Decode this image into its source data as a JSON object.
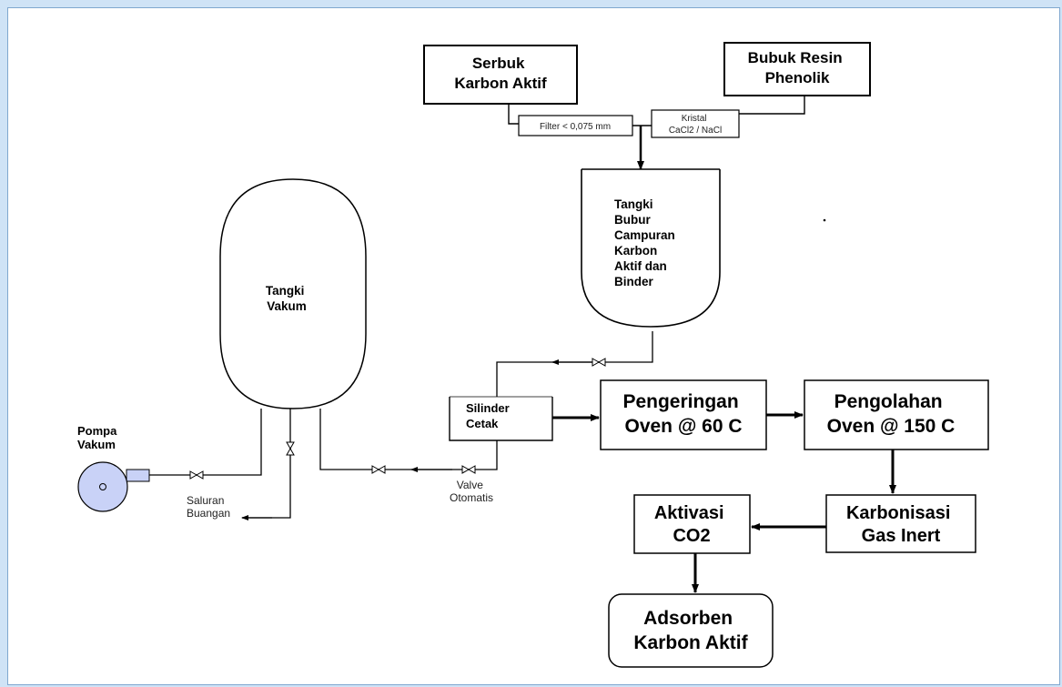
{
  "inputs": {
    "serbuk": [
      "Serbuk",
      "Karbon Aktif"
    ],
    "bubuk": [
      "Bubuk Resin",
      "Phenolik"
    ],
    "filter": "Filter < 0,075 mm",
    "kristal": [
      "Kristal",
      "CaCl2 / NaCl"
    ]
  },
  "tanks": {
    "bubur": [
      "Tangki",
      "Bubur",
      "Campuran",
      "Karbon",
      "Aktif dan",
      "Binder"
    ],
    "vakum": [
      "Tangki",
      "Vakum"
    ]
  },
  "equipment": {
    "pompa": [
      "Pompa",
      "Vakum"
    ],
    "saluran": [
      "Saluran",
      "Buangan"
    ],
    "valve": [
      "Valve",
      "Otomatis"
    ],
    "silinder": [
      "Silinder",
      "Cetak"
    ]
  },
  "process": {
    "pengeringan": [
      "Pengeringan",
      "Oven @ 60 C"
    ],
    "pengolahan": [
      "Pengolahan",
      "Oven @ 150 C"
    ],
    "karbonisasi": [
      "Karbonisasi",
      "Gas Inert"
    ],
    "aktivasi": [
      "Aktivasi",
      "CO2"
    ],
    "adsorben": [
      "Adsorben",
      "Karbon Aktif"
    ]
  },
  "colors": {
    "background": "#cfe3f6",
    "frame_border": "#7fa7cf",
    "pump_fill": "#c9d2f7",
    "line": "#000000"
  }
}
